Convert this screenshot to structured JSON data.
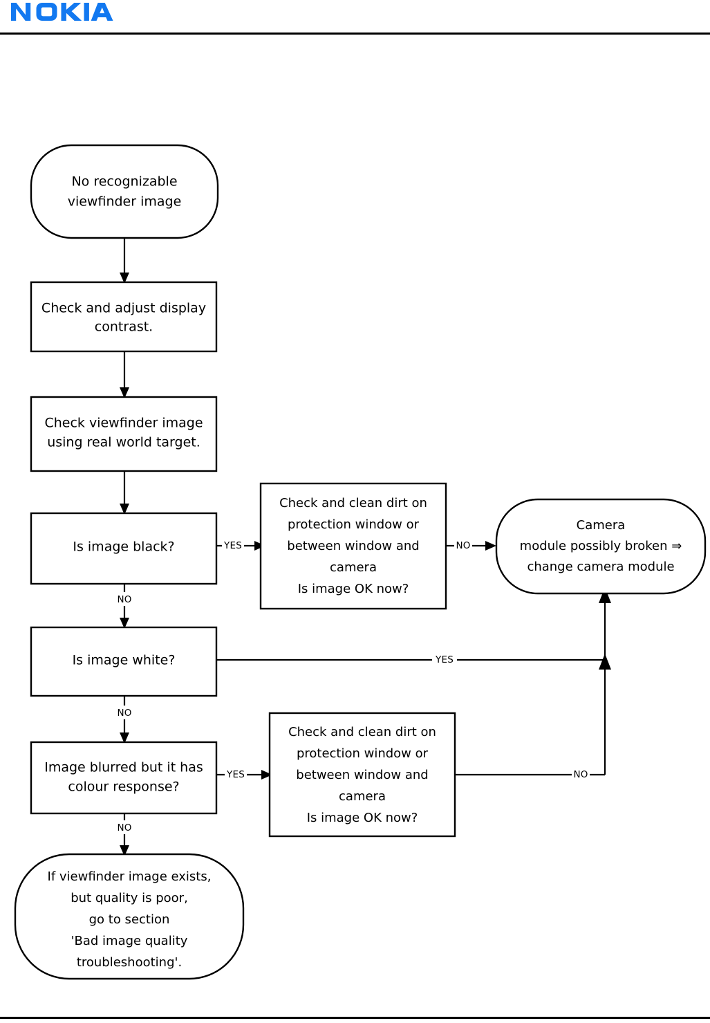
{
  "header": {
    "logo_text": "NOKIA",
    "logo_color": "#1278f0",
    "rule_color": "#000000"
  },
  "diagram": {
    "title": "No recognizable viewfinder image troubleshooting flowchart",
    "nodes": {
      "start": {
        "shape": "stadium",
        "lines": [
          "No recognizable",
          "viewfinder image"
        ]
      },
      "contrast": {
        "shape": "rect",
        "lines": [
          "Check and adjust display",
          "contrast."
        ]
      },
      "realworld": {
        "shape": "rect",
        "lines": [
          "Check viewfinder image",
          "using  real world target."
        ]
      },
      "black": {
        "shape": "rect",
        "lines": [
          "Is image black?"
        ]
      },
      "clean_top": {
        "shape": "rect",
        "lines": [
          "Check and clean dirt on",
          "protection window or",
          "between window and",
          "camera",
          "Is image OK now?"
        ]
      },
      "broken": {
        "shape": "stadium",
        "lines": [
          "Camera",
          "module possibly broken ⇒",
          "change camera module"
        ]
      },
      "white": {
        "shape": "rect",
        "lines": [
          "Is image white?"
        ]
      },
      "blurred": {
        "shape": "rect",
        "lines": [
          "Image blurred but it has",
          "colour response?"
        ]
      },
      "clean_bottom": {
        "shape": "rect",
        "lines": [
          "Check and clean dirt on",
          "protection window or",
          "between window and",
          "camera",
          "Is image OK now?"
        ]
      },
      "end": {
        "shape": "stadium",
        "lines": [
          "If viewfinder image exists,",
          "but quality is poor,",
          "go to section",
          "'Bad image quality",
          "troubleshooting'."
        ]
      }
    },
    "edge_labels": {
      "black_yes": "YES",
      "black_no": "NO",
      "clean_top_no": "NO",
      "white_yes": "YES",
      "white_no": "NO",
      "blurred_yes": "YES",
      "blurred_no": "NO",
      "clean_bottom_no": "NO"
    }
  }
}
